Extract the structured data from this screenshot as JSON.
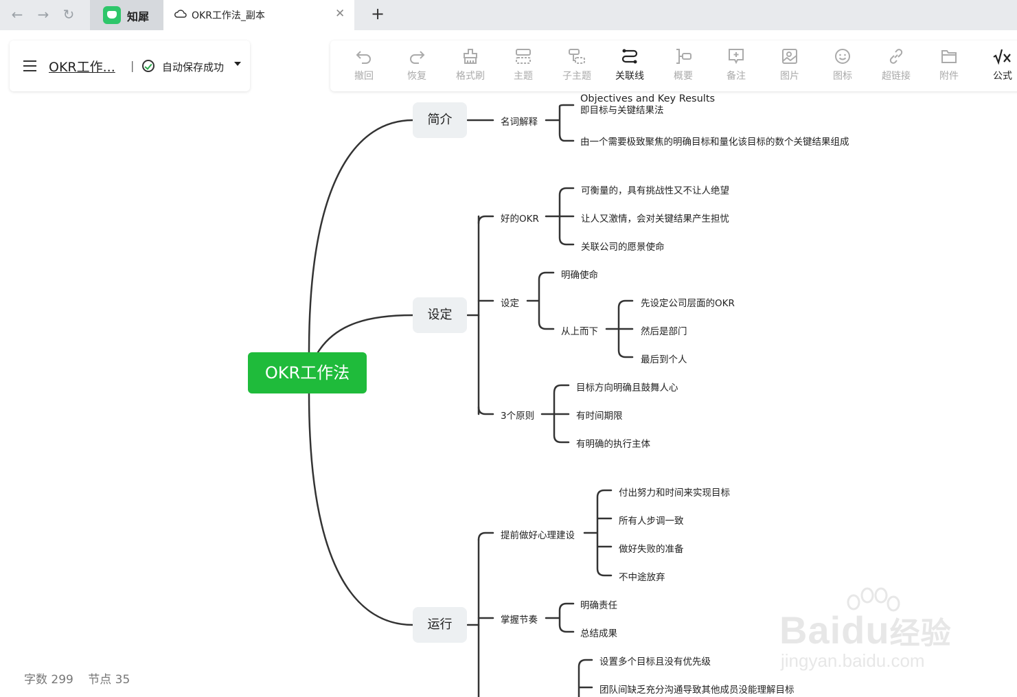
{
  "browser": {
    "app_tab": "知犀",
    "doc_tab": "OKR工作法_副本"
  },
  "header": {
    "doc_title": "OKR工作...",
    "separator": "|",
    "save_status": "自动保存成功"
  },
  "toolbar": {
    "undo": "撤回",
    "redo": "恢复",
    "format_brush": "格式刷",
    "topic": "主题",
    "subtopic": "子主题",
    "relation": "关联线",
    "summary": "概要",
    "note": "备注",
    "image": "图片",
    "icon": "图标",
    "hyperlink": "超链接",
    "attachment": "附件",
    "formula": "公式"
  },
  "mindmap": {
    "root": "OKR工作法",
    "intro": {
      "label": "简介",
      "term": "名词解释",
      "def1_line1": "Objectives and Key Results",
      "def1_line2": "即目标与关键结果法",
      "def2": "由一个需要极致聚焦的明确目标和量化该目标的数个关键结果组成"
    },
    "setup": {
      "label": "设定",
      "good_okr": "好的OKR",
      "good1": "可衡量的，具有挑战性又不让人绝望",
      "good2": "让人又激情，会对关键结果产生担忧",
      "good3": "关联公司的愿景使命",
      "define": "设定",
      "mission": "明确使命",
      "topdown": "从上而下",
      "td1": "先设定公司层面的OKR",
      "td2": "然后是部门",
      "td3": "最后到个人",
      "principles": "3个原则",
      "p1": "目标方向明确且鼓舞人心",
      "p2": "有时间期限",
      "p3": "有明确的执行主体"
    },
    "run": {
      "label": "运行",
      "mindset": "提前做好心理建设",
      "m1": "付出努力和时间来实现目标",
      "m2": "所有人步调一致",
      "m3": "做好失败的准备",
      "m4": "不中途放弃",
      "rhythm": "掌握节奏",
      "r1": "明确责任",
      "r2": "总结成果",
      "x1": "设置多个目标且没有优先级",
      "x2": "团队间缺乏充分沟通导致其他成员没能理解目标"
    }
  },
  "status": {
    "word_count": "字数 299",
    "node_count": "节点 35"
  },
  "watermark": {
    "brand": "Bai",
    "brand2": "du",
    "brand_cn": "经验",
    "url": "jingyan.baidu.com"
  }
}
